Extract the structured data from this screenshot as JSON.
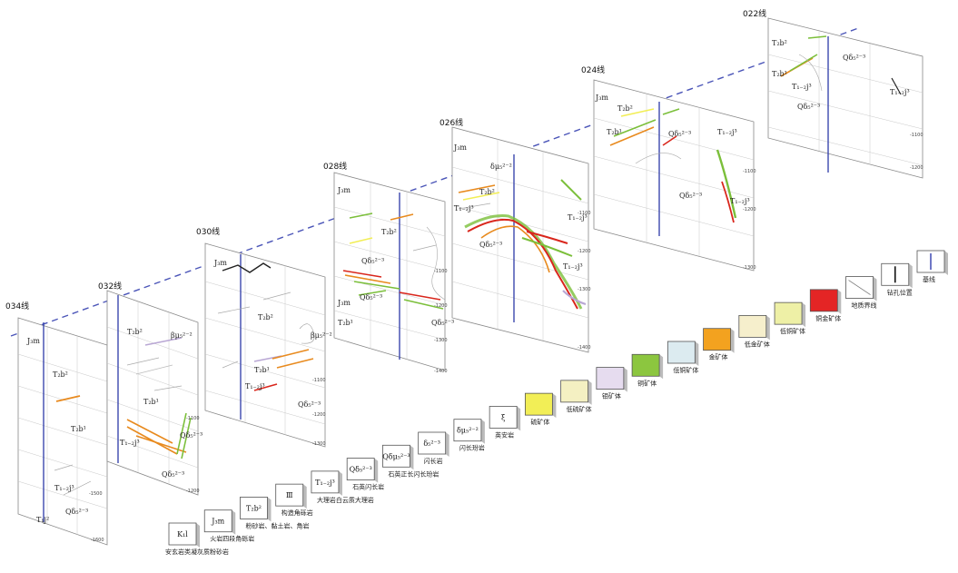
{
  "sections": [
    {
      "id": "034",
      "label": "034线",
      "units": [
        "J₃m",
        "T₂b²",
        "T₂b¹",
        "T₁₋₂j³",
        "T₁j²",
        "Qδ₅²⁻³"
      ],
      "ticks": [
        "-1500",
        "-1600"
      ]
    },
    {
      "id": "032",
      "label": "032线",
      "units": [
        "T₂b²",
        "βμ₅²⁻²",
        "T₂b¹",
        "T₁₋₂j³",
        "Qδ₅²⁻³",
        "Qδ₅²⁻³"
      ],
      "ticks": [
        "-1100",
        "-1200"
      ]
    },
    {
      "id": "030",
      "label": "030线",
      "units": [
        "J₃m",
        "T₂b²",
        "βμ₅²⁻²",
        "T₂b¹",
        "T₁₋₂j³",
        "Qδ₅²⁻³"
      ],
      "ticks": [
        "-1100",
        "-1200",
        "-1300"
      ]
    },
    {
      "id": "028",
      "label": "028线",
      "units": [
        "J₃m",
        "T₂b²",
        "Qδ₅²⁻³",
        "J₃m",
        "T₂b¹",
        "Qδ₅²⁻³",
        "Qδ₅²⁻³"
      ],
      "ticks": [
        "-1100",
        "-1200",
        "-1300",
        "-1400"
      ]
    },
    {
      "id": "026",
      "label": "026线",
      "units": [
        "J₃m",
        "δμ₅²⁻²",
        "T₂b²",
        "T₁₋₂j³",
        "T₁₋₂j³",
        "T₁₋₂j³",
        "Qδ₅²⁻³"
      ],
      "ticks": [
        "-1100",
        "-1200",
        "-1300",
        "-1400"
      ]
    },
    {
      "id": "024",
      "label": "024线",
      "units": [
        "J₃m",
        "T₂b²",
        "T₂b¹",
        "Qδ₅²⁻³",
        "Qδ₅²⁻³",
        "T₁₋₂j³",
        "T₁₋₂j³"
      ],
      "ticks": [
        "-1100",
        "-1200",
        "-1300"
      ]
    },
    {
      "id": "022",
      "label": "022线",
      "units": [
        "T₂b²",
        "T₂b¹",
        "Qδ₅²⁻³",
        "T₁₋₂j³",
        "T₁₋₂j³",
        "Qδ₅²⁻³"
      ],
      "ticks": [
        "-1100",
        "-1200"
      ]
    }
  ],
  "legend": [
    {
      "sym": "K₁l",
      "text": "安玄岩类凝灰质粉砂岩",
      "fill": "#ffffff"
    },
    {
      "sym": "J₃m",
      "text": "火岩四段角砾岩",
      "fill": "#ffffff"
    },
    {
      "sym": "T₂b²",
      "text": "粉砂岩、黏土岩、角岩",
      "fill": "#ffffff"
    },
    {
      "sym": "Ⅲ",
      "text": "构造角砾岩",
      "fill": "#ffffff"
    },
    {
      "sym": "T₁₋₂j³",
      "text": "大理岩白云质大理岩",
      "fill": "#ffffff"
    },
    {
      "sym": "Qδ₅²⁻³",
      "text": "石英闪长岩",
      "fill": "#ffffff"
    },
    {
      "sym": "Qδμ₅²⁻³",
      "text": "石英正长闪长玢岩",
      "fill": "#ffffff"
    },
    {
      "sym": "δ₅²⁻³",
      "text": "闪长岩",
      "fill": "#ffffff"
    },
    {
      "sym": "δμ₅²⁻²",
      "text": "闪长玢岩",
      "fill": "#ffffff"
    },
    {
      "sym": "ξ",
      "text": "英安岩",
      "fill": "#ffffff"
    },
    {
      "sym": "",
      "text": "硫矿体",
      "fill": "#f2ee56"
    },
    {
      "sym": "",
      "text": "低硫矿体",
      "fill": "#f4f0c2"
    },
    {
      "sym": "",
      "text": "钼矿体",
      "fill": "#e6dcef"
    },
    {
      "sym": "",
      "text": "铜矿体",
      "fill": "#8cc63f"
    },
    {
      "sym": "",
      "text": "低铜矿体",
      "fill": "#dcebf0"
    },
    {
      "sym": "",
      "text": "金矿体",
      "fill": "#f3a21f"
    },
    {
      "sym": "",
      "text": "低金矿体",
      "fill": "#f6efcc"
    },
    {
      "sym": "",
      "text": "低铜矿体",
      "fill": "#eef0a6"
    },
    {
      "sym": "",
      "text": "铜金矿体",
      "fill": "#e42525"
    },
    {
      "sym": "",
      "text": "地质界线",
      "fill": "#ffffff"
    },
    {
      "sym": "",
      "text": "钻孔位置",
      "fill": "#ffffff"
    },
    {
      "sym": "",
      "text": "基线",
      "fill": "#ffffff"
    }
  ],
  "colors": {
    "baseline": "#4b55b8",
    "drill": "#2c3aa8",
    "orange": "#e88a1e",
    "green": "#7bbf3a",
    "red": "#d9261c",
    "purple": "#b9a7d4"
  }
}
